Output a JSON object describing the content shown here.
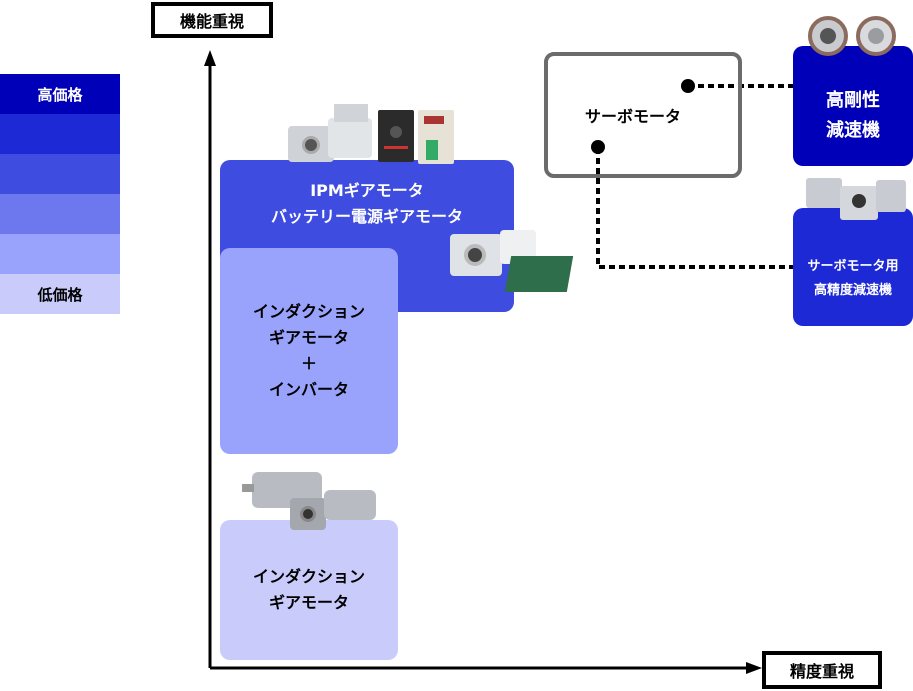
{
  "legend": {
    "items": [
      {
        "label": "高価格",
        "color": "#0000B8",
        "text_color": "#ffffff"
      },
      {
        "label": "",
        "color": "#1E29D6"
      },
      {
        "label": "",
        "color": "#3F4CE0"
      },
      {
        "label": "",
        "color": "#6E78EE"
      },
      {
        "label": "",
        "color": "#9AA3FC"
      },
      {
        "label": "低価格",
        "color": "#C9CCFB",
        "text_color": "#000000"
      }
    ]
  },
  "axes": {
    "y_label": "機能重視",
    "x_label": "精度重視"
  },
  "boxes": {
    "ipm": {
      "lines": [
        "IPMギアモータ",
        "バッテリー電源ギアモータ"
      ],
      "color": "#3F4CE0"
    },
    "induction_inverter": {
      "lines": [
        "インダクション",
        "ギアモータ",
        "＋",
        "インバータ"
      ],
      "color": "#9AA3FC"
    },
    "induction": {
      "lines": [
        "インダクション",
        "ギアモータ"
      ],
      "color": "#C9CCFB"
    },
    "servo": {
      "label": "サーボモータ"
    },
    "high_rigidity": {
      "lines": [
        "高剛性",
        "減速機"
      ],
      "color": "#0000B8"
    },
    "servo_precision": {
      "lines": [
        "サーボモータ用",
        "高精度減速機"
      ],
      "color": "#1E29D6"
    }
  }
}
